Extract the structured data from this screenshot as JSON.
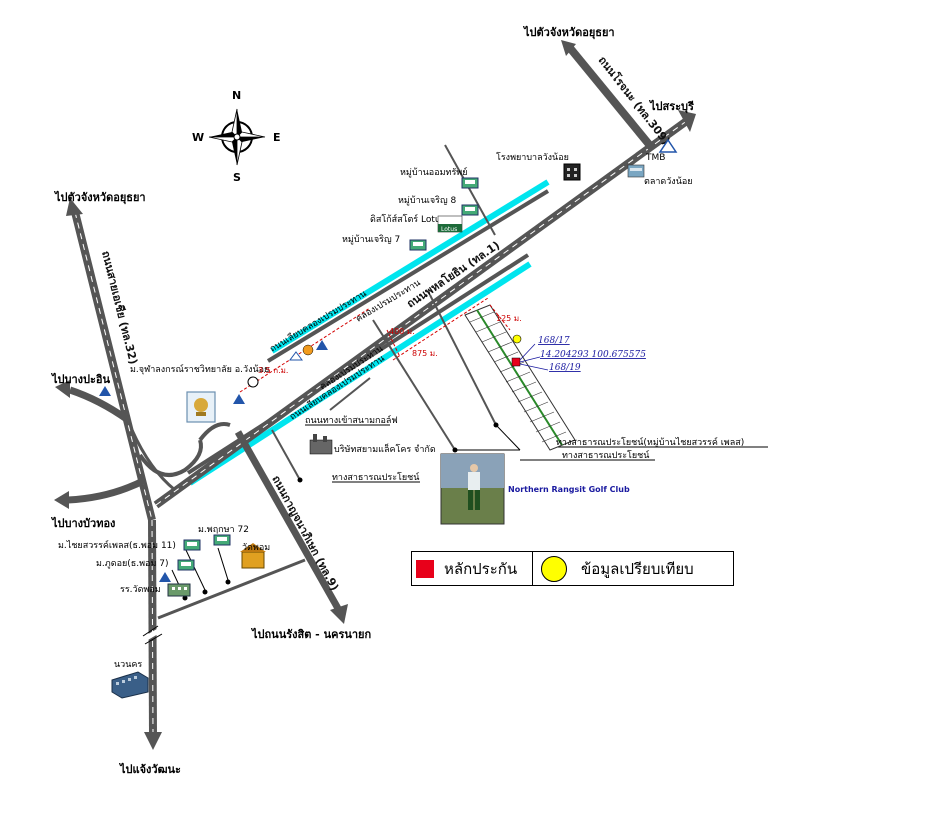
{
  "compass": {
    "n": "N",
    "s": "S",
    "e": "E",
    "w": "W"
  },
  "destinations": {
    "ayutthaya_ne": "ไปตัวจังหวัดอยุธยา",
    "saraburi": "ไปสระบุรี",
    "ayutthaya_nw": "ไปตัวจังหวัดอยุธยา",
    "bang_pa_in": "ไปบางปะอิน",
    "bang_bua_thong": "ไปบางบัวทอง",
    "rangsit_nakhonnayok": "ไปถนนรังสิต - นครนายก",
    "chaengwattana": "ไปแจ้งวัฒนะ"
  },
  "roads": {
    "rojana": "ถนนโรจนะ (ทล.309)",
    "phahonyothin": "ถนนพหลโยธิน (ทล.1)",
    "outer_ring": "ถนนสายเอเชีย (ทล.32)",
    "kanchanaphisek": "ถนนกาญจนาภิเษก (ทล.9)",
    "frontage_north": "ถนนเลียบคลองเปรมประทาน",
    "frontage_south": "ถนนเลียบคลองเปรมประทาน",
    "canal_north": "คลองเปรมประทาน",
    "canal_south": "คลองเปรมประทาน",
    "entry_road": "ถนนทางเข้าสนามกอล์ฟ",
    "public_way_1": "ทางสาธารณประโยชน์",
    "public_way_2": "ทางสาธารณประโยชน์(หมู่บ้านไชยสวรรค์ เพลส)",
    "public_way_3": "ทางสาธารณประโยชน์"
  },
  "places": {
    "wang_noi_school": "โรงพยาบาลวังน้อย",
    "market": "ตลาดวังน้อย",
    "tmb": "TMB",
    "village_omthong": "หมู่บ้านออมทรัพย์",
    "village_charoen8": "หมู่บ้านเจริญ 8",
    "lotus_label": "ดิสโก้ส์สโตร์ Lotus",
    "lotus_logo": "Lotus",
    "village_charoen7": "หมู่บ้านเจริญ 7",
    "chula": "ม.จุฬาลงกรณ์ราชวิทยาลัย อ.วังน้อย",
    "factory": "บริษัทสยามแล็คโคร จำกัด",
    "golf_club": "Northern Rangsit Golf Club",
    "prueksa": "ม.พฤกษา 72",
    "wat_phom": "วัดพอม",
    "chaiyasawan": "ม.ไชยสวรรค์เพลส(ธ.พอม 11)",
    "ruen_thong": "ม.ภูดอย(ธ.พอม 7)",
    "wat_phom_school": "รร.วัดพอม",
    "navanakorn": "นวนคร"
  },
  "distances": {
    "d_35km": "3.5 ก.ม.",
    "d_400": "400 ม.",
    "d_875": "875 ม.",
    "d_125": "125 ม."
  },
  "markers": {
    "plot_1": "168/17",
    "coords": "14.204293 100.675575",
    "plot_2": "168/19"
  },
  "legend": {
    "marker_label": "หลักประกัน",
    "compare_label": "ข้อมูลเปรียบเทียบ",
    "marker_color": "#e8001a",
    "compare_color": "#ffff00"
  },
  "colors": {
    "road": "#555555",
    "canal": "#00e5ee",
    "distance_line": "#d40000"
  }
}
